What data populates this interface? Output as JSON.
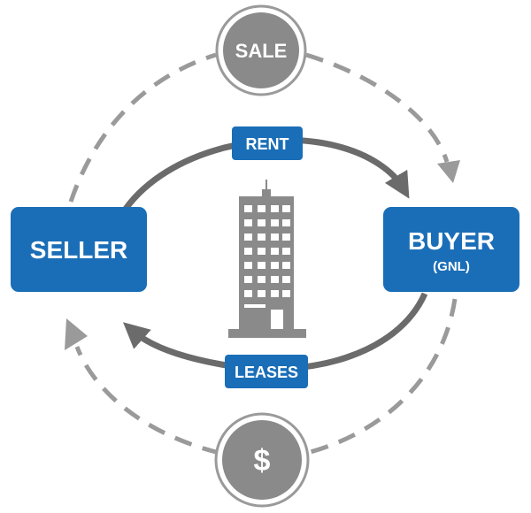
{
  "nodes": {
    "sale": {
      "label": "SALE"
    },
    "dollar": {
      "label": "$"
    },
    "seller": {
      "label": "SELLER"
    },
    "buyer": {
      "label": "BUYER",
      "sublabel": "(GNL)"
    }
  },
  "flows": {
    "rent": {
      "label": "RENT"
    },
    "leases": {
      "label": "LEASES"
    }
  },
  "icons": {
    "building": "office-building-icon"
  },
  "colors": {
    "accent_blue": "#1a6eb7",
    "gray": "#8a8a8a",
    "dark_gray": "#6b6b6b",
    "dash_gray": "#9a9a9a"
  }
}
